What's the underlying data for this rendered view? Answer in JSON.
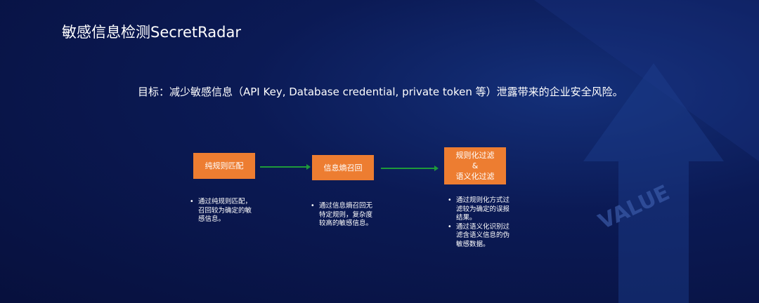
{
  "title": "敏感信息检测SecretRadar",
  "goal": "目标：减少敏感信息（API Key, Database credential, private token 等）泄露带来的企业安全风险。",
  "steps": [
    {
      "label_lines": [
        "纯规则匹配"
      ],
      "bullets": [
        "通过纯规则匹配，召回较为确定的敏感信息。"
      ]
    },
    {
      "label_lines": [
        "信息熵召回"
      ],
      "bullets": [
        "通过信息熵召回无特定规则，复杂度较高的敏感信息。"
      ]
    },
    {
      "label_lines": [
        "规则化过滤",
        "&",
        "语义化过滤"
      ],
      "bullets": [
        "通过规则化方式过滤较为确定的误报结果。",
        "通过语义化识别过滤含语义信息的伪敏感数据。"
      ]
    }
  ],
  "watermark": "VALUE",
  "colors": {
    "box": "#ed7d31",
    "arrow": "#1e9a3a",
    "background": "#0b1a55"
  }
}
